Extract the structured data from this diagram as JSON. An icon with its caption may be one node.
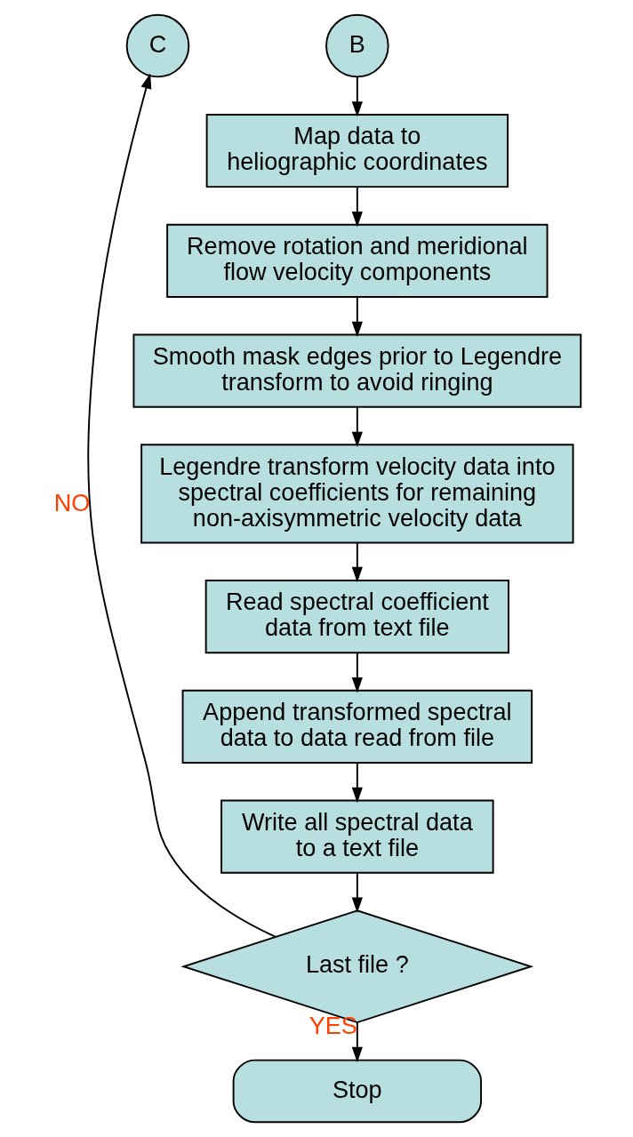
{
  "diagram": {
    "nodes": [
      {
        "text": [
          "C"
        ]
      },
      {
        "text": [
          "B"
        ]
      },
      {
        "text": [
          "Map data to heliographic coordinates"
        ]
      },
      {
        "text": [
          "Remove rotation and meridional flow velocity components"
        ]
      },
      {
        "text": [
          "Smooth mask edges prior to Legendre transform to avoid ringing"
        ]
      },
      {
        "text": [
          "Legendre transform velocity data into spectral coefficients for remaining non-axisymmetric velocity data"
        ]
      },
      {
        "text": [
          "Read spectral coefficient data from text file"
        ]
      },
      {
        "text": [
          "Append transformed spectral data to data read from file"
        ]
      },
      {
        "text": [
          "Write all spectral data to a text file"
        ]
      },
      {
        "text": [
          "Last file ?"
        ]
      },
      {
        "text": [
          "Stop"
        ]
      }
    ],
    "edges": [
      {
        "from": 1,
        "to": 2,
        "arrow": "to"
      },
      {
        "from": 2,
        "to": 3,
        "arrow": "to"
      },
      {
        "from": 3,
        "to": 4,
        "arrow": "to"
      },
      {
        "from": 4,
        "to": 5,
        "arrow": "to"
      },
      {
        "from": 5,
        "to": 6,
        "arrow": "to"
      },
      {
        "from": 6,
        "to": 7,
        "arrow": "to"
      },
      {
        "from": 7,
        "to": 8,
        "arrow": "to"
      },
      {
        "from": 8,
        "to": 9,
        "arrow": "to"
      },
      {
        "from": 9,
        "to": 0,
        "arrow": "to",
        "label": "NO"
      },
      {
        "from": 9,
        "to": 10,
        "arrow": "to",
        "label": "YES"
      }
    ]
  }
}
